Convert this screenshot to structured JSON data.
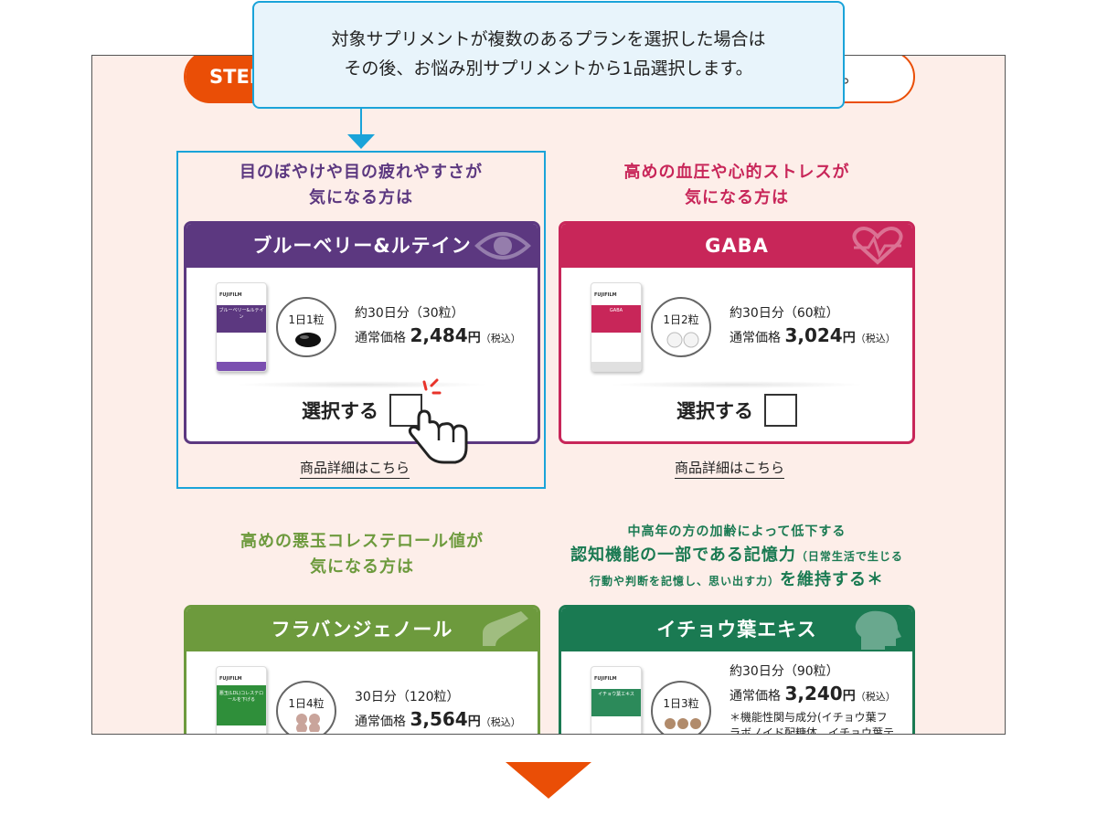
{
  "tooltip": {
    "line1": "対象サプリメントが複数のあるプランを選択した場合は",
    "line2": "その後、お悩み別サプリメントから1品選択します。"
  },
  "step": {
    "badge": "STEP",
    "tail": "。"
  },
  "select_label": "選択する",
  "detail_link": "商品詳細はこちら",
  "products": [
    {
      "heading_line1": "目のぼやけや目の疲れやすさが",
      "heading_line2": "気になる方は",
      "name": "ブルーベリー&ルテイン",
      "dose": "1日1粒",
      "supply": "約30日分（30粒）",
      "price_label": "通常価格",
      "price": "2,484",
      "yen": "円",
      "tax": "（税込）",
      "icon": "eye-icon",
      "color": "#5c3880"
    },
    {
      "heading_line1": "高めの血圧や心的ストレスが",
      "heading_line2": "気になる方は",
      "name": "GABA",
      "dose": "1日2粒",
      "supply": "約30日分（60粒）",
      "price_label": "通常価格",
      "price": "3,024",
      "yen": "円",
      "tax": "（税込）",
      "icon": "heart-pulse-icon",
      "color": "#c82659"
    },
    {
      "heading_line1": "高めの悪玉コレステロール値が",
      "heading_line2": "気になる方は",
      "name": "フラバンジェノール",
      "dose": "1日4粒",
      "supply": "30日分（120粒）",
      "price_label": "通常価格",
      "price": "3,564",
      "yen": "円",
      "tax": "（税込）",
      "icon": "bottle-icon",
      "color": "#6d9a3d"
    },
    {
      "heading_line1": "中高年の方の加齢によって低下する",
      "heading_line2a": "認知機能の一部である記憶力",
      "heading_line2b": "（日常生活で生じる",
      "heading_line3a": "行動や判断を記憶し、思い出す力）",
      "heading_line3b": "を維持する＊",
      "name": "イチョウ葉エキス",
      "dose": "1日3粒",
      "supply": "約30日分（90粒）",
      "price_label": "通常価格",
      "price": "3,240",
      "yen": "円",
      "tax": "（税込）",
      "note": "＊機能性関与成分(イチョウ葉フラボノイド配糖体、イチョウ葉テルペ",
      "icon": "brain-head-icon",
      "color": "#1a7a52"
    }
  ],
  "packages": [
    {
      "brand": "FUJIFILM",
      "text": "ブルーベリー&ルテイン"
    },
    {
      "brand": "FUJIFILM",
      "text": "GABA"
    },
    {
      "brand": "FUJIFILM",
      "text": "悪玉(LDL)コレステロールを下げる"
    },
    {
      "brand": "FUJIFILM",
      "text": "イチョウ葉エキス"
    }
  ]
}
